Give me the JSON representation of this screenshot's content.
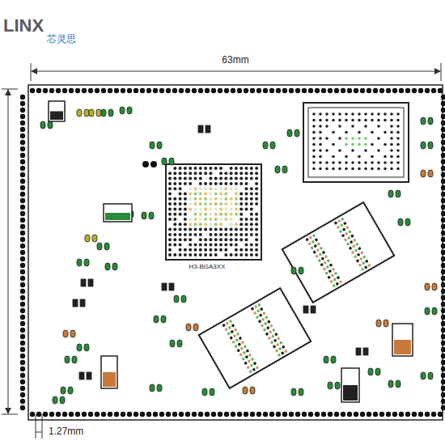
{
  "diagram": {
    "labels": [
      "LINX",
      "芯灵思",
      "63mm",
      "1.27mm",
      "H3-BGA3XX"
    ]
  }
}
